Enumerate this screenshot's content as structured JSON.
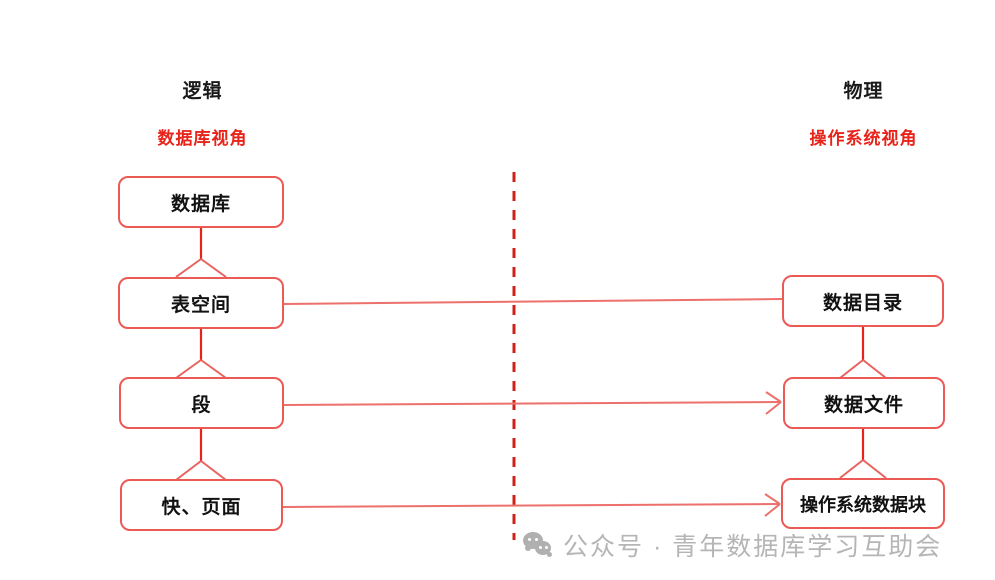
{
  "columns": {
    "left": {
      "title": "逻辑",
      "subtitle": "数据库视角"
    },
    "right": {
      "title": "物理",
      "subtitle": "操作系统视角"
    }
  },
  "left_nodes": [
    {
      "label": "数据库"
    },
    {
      "label": "表空间"
    },
    {
      "label": "段"
    },
    {
      "label": "快、页面"
    }
  ],
  "right_nodes": [
    {
      "label": "数据目录"
    },
    {
      "label": "数据文件"
    },
    {
      "label": "操作系统数据块"
    }
  ],
  "mappings": [
    {
      "from": "表空间",
      "to": "数据目录",
      "arrow": "none"
    },
    {
      "from": "段",
      "to": "数据文件",
      "arrow": "left"
    },
    {
      "from": "快、页面",
      "to": "操作系统数据块",
      "arrow": "left"
    }
  ],
  "divider": {
    "style": "dashed",
    "orientation": "vertical"
  },
  "watermark": {
    "icon": "wechat-icon",
    "text": "公众号 · 青年数据库学习互助会"
  },
  "colors": {
    "box_border": "#ec5a56",
    "connector": "#e8625e",
    "divider": "#d0201a",
    "subtitle": "#e8231a",
    "title": "#1a1a1a",
    "watermark": "#b5b5b5",
    "background": "#ffffff"
  }
}
